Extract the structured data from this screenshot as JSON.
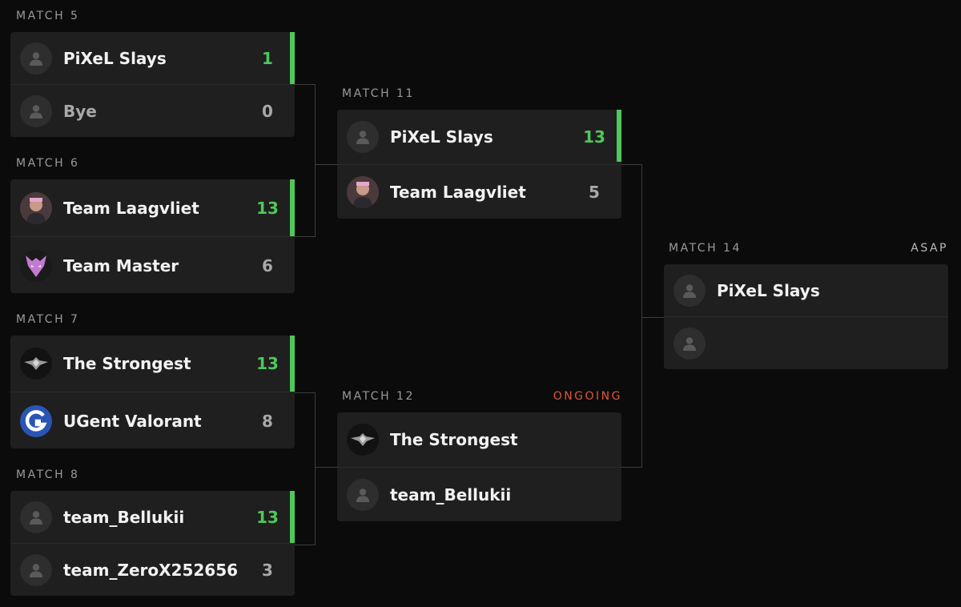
{
  "bracket": {
    "m5": {
      "label": "MATCH 5",
      "t1": {
        "name": "PiXeL Slays",
        "score": "1"
      },
      "t2": {
        "name": "Bye",
        "score": "0"
      }
    },
    "m6": {
      "label": "MATCH 6",
      "t1": {
        "name": "Team Laagvliet",
        "score": "13"
      },
      "t2": {
        "name": "Team Master",
        "score": "6"
      }
    },
    "m7": {
      "label": "MATCH 7",
      "t1": {
        "name": "The Strongest",
        "score": "13"
      },
      "t2": {
        "name": "UGent Valorant",
        "score": "8"
      }
    },
    "m8": {
      "label": "MATCH 8",
      "t1": {
        "name": "team_Bellukii",
        "score": "13"
      },
      "t2": {
        "name": "team_ZeroX252656",
        "score": "3"
      }
    },
    "m11": {
      "label": "MATCH 11",
      "t1": {
        "name": "PiXeL Slays",
        "score": "13"
      },
      "t2": {
        "name": "Team Laagvliet",
        "score": "5"
      }
    },
    "m12": {
      "label": "MATCH 12",
      "status": "ONGOING",
      "t1": {
        "name": "The Strongest",
        "score": ""
      },
      "t2": {
        "name": "team_Bellukii",
        "score": ""
      }
    },
    "m14": {
      "label": "MATCH 14",
      "status": "ASAP",
      "t1": {
        "name": "PiXeL Slays",
        "score": ""
      },
      "t2": {
        "name": "",
        "score": ""
      }
    }
  },
  "colors": {
    "win": "#4fc75a",
    "ongoing": "#e0553a",
    "card": "#1f1f1f",
    "bg": "#0b0b0b"
  },
  "icons": {
    "default_avatar": "person-icon"
  }
}
